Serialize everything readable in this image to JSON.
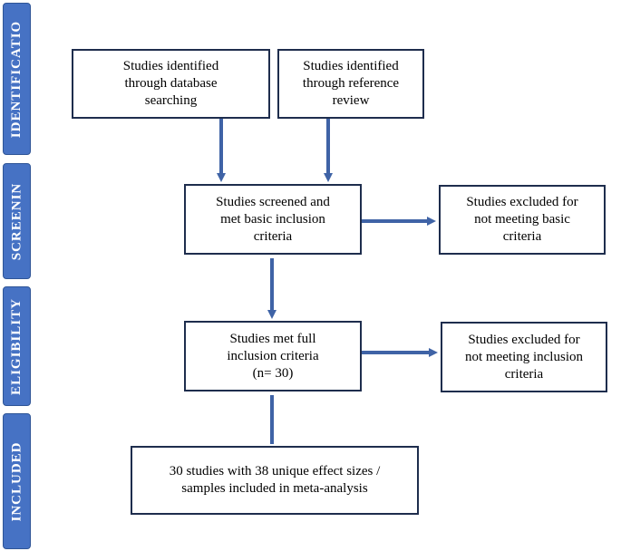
{
  "stages": [
    {
      "id": "identification",
      "label": "IDENTIFICATIO"
    },
    {
      "id": "screening",
      "label": "SCREENIN"
    },
    {
      "id": "eligibility",
      "label": "ELIGIBILITY"
    },
    {
      "id": "included",
      "label": "INCLUDED"
    }
  ],
  "boxes": {
    "database": "Studies identified\nthrough database\nsearching",
    "reference": "Studies identified\nthrough reference\nreview",
    "screened": "Studies screened and\nmet basic inclusion\ncriteria",
    "excluded_basic": "Studies excluded for\nnot meeting basic\ncriteria",
    "full": "Studies met full\ninclusion criteria\n(n= 30)",
    "excluded_inclusion": "Studies excluded for\nnot meeting inclusion\ncriteria",
    "included": "30 studies with 38 unique effect sizes /\nsamples included in meta-analysis"
  },
  "colors": {
    "stage_fill": "#4672c4",
    "arrow": "#3f63a6",
    "box_border": "#1e2d4d"
  }
}
